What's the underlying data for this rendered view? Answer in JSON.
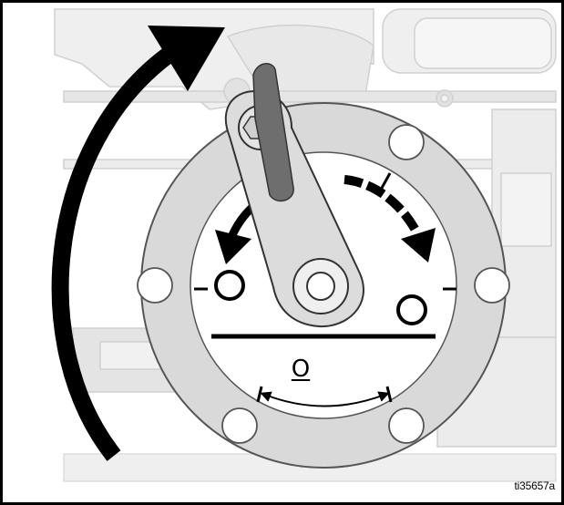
{
  "figure": {
    "id_label": "ti35657a"
  },
  "symbol": {
    "pressure_relief_symbol": "O"
  },
  "colors": {
    "frame": "#000000",
    "plate": "#d9d9d9",
    "plate_stroke": "#555555",
    "handle_tab": "#6e6e6e",
    "background_machinery": "#e9e9e9",
    "arrow": "#000000"
  },
  "icons": {
    "rotation_arrow": "curved-arrow-clockwise",
    "left_indicator": "curved-arrow-left",
    "right_indicator": "curved-arrow-right",
    "range_indicator": "double-headed-arc-arrow"
  }
}
